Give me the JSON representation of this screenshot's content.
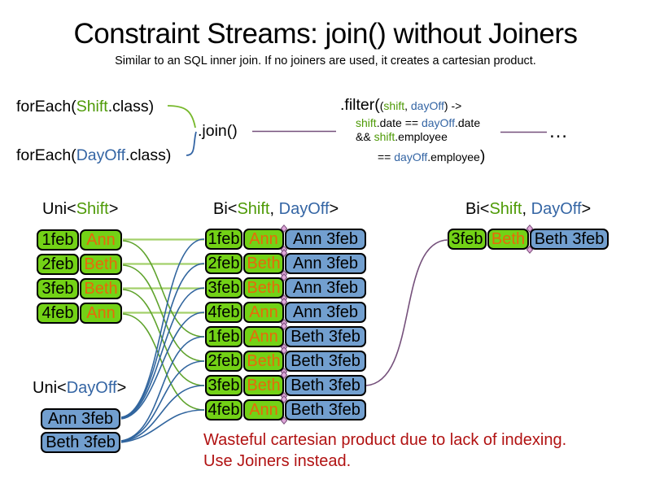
{
  "title": "Constraint Streams: join() without Joiners",
  "subtitle": "Similar to an SQL inner join. If no joiners are used, it creates a cartesian product.",
  "code": {
    "foreach_shift": {
      "pre": "forEach(",
      "type": "Shift",
      "post": ".class)"
    },
    "foreach_dayoff": {
      "pre": "forEach(",
      "type": "DayOff",
      "post": ".class)"
    },
    "join": ".join()",
    "ellipsis": "…",
    "filter": {
      "open_big": ".filter(",
      "open_small": "(",
      "arg1": "shift",
      "comma": ", ",
      "arg2": "dayOff",
      "arrow": ") ->",
      "l2a": "shift",
      "l2b": ".date == ",
      "l2c": "dayOff",
      "l2d": ".date",
      "l3a": "&& ",
      "l3b": "shift",
      "l3c": ".employee",
      "l4a": "== ",
      "l4b": "dayOff",
      "l4c": ".employee",
      "close": ")"
    }
  },
  "labels": {
    "uni_shift": {
      "pre": "Uni<",
      "type": "Shift",
      "post": ">"
    },
    "uni_dayoff": {
      "pre": "Uni<",
      "type": "DayOff",
      "post": ">"
    },
    "bi_mid": {
      "pre": "Bi<",
      "t1": "Shift",
      "comma": ", ",
      "t2": "DayOff",
      "post": ">"
    },
    "bi_right": {
      "pre": "Bi<",
      "t1": "Shift",
      "comma": ", ",
      "t2": "DayOff",
      "post": ">"
    }
  },
  "uni_shift_rows": [
    {
      "date": "1feb",
      "name": "Ann"
    },
    {
      "date": "2feb",
      "name": "Beth"
    },
    {
      "date": "3feb",
      "name": "Beth"
    },
    {
      "date": "4feb",
      "name": "Ann"
    }
  ],
  "uni_dayoff_rows": [
    {
      "label": "Ann 3feb"
    },
    {
      "label": "Beth 3feb"
    }
  ],
  "bi_rows": [
    {
      "date": "1feb",
      "name": "Ann",
      "pair": "Ann 3feb"
    },
    {
      "date": "2feb",
      "name": "Beth",
      "pair": "Ann 3feb"
    },
    {
      "date": "3feb",
      "name": "Beth",
      "pair": "Ann 3feb"
    },
    {
      "date": "4feb",
      "name": "Ann",
      "pair": "Ann 3feb"
    },
    {
      "date": "1feb",
      "name": "Ann",
      "pair": "Beth 3feb"
    },
    {
      "date": "2feb",
      "name": "Beth",
      "pair": "Beth 3feb"
    },
    {
      "date": "3feb",
      "name": "Beth",
      "pair": "Beth 3feb"
    },
    {
      "date": "4feb",
      "name": "Ann",
      "pair": "Beth 3feb"
    }
  ],
  "bi_right_row": {
    "date": "3feb",
    "name": "Beth",
    "pair": "Beth 3feb"
  },
  "caption": {
    "line1": "Wasteful cartesian product due to lack of indexing.",
    "line2": "Use Joiners instead."
  },
  "connections": {
    "shift_rows_to_bi_rows": [
      [
        0,
        [
          0,
          4
        ]
      ],
      [
        1,
        [
          1,
          5
        ]
      ],
      [
        2,
        [
          2,
          6
        ]
      ],
      [
        3,
        [
          3,
          7
        ]
      ]
    ],
    "dayoff_rows_to_bi_rows": [
      [
        0,
        [
          0,
          1,
          2,
          3
        ]
      ],
      [
        1,
        [
          4,
          5,
          6,
          7
        ]
      ]
    ],
    "bi_row_to_filtered_result": [
      [
        6,
        0
      ]
    ]
  },
  "colors": {
    "shift_box_green": "#73D216",
    "dayoff_box_blue": "#729FCF",
    "type_text_green": "#4E9A06",
    "type_text_blue": "#3465A4",
    "employee_text_orange": "#E8690B",
    "warning_text_red": "#B11212",
    "connector_purple": "#75507B"
  }
}
